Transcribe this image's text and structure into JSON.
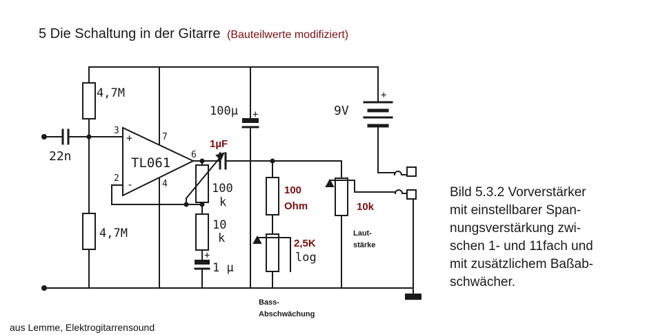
{
  "title": {
    "main": "5 Die Schaltung in der Gitarre",
    "note": "(Bauteilwerte modifiziert)"
  },
  "caption_lines": [
    "Bild 5.3.2  Vorverstärker",
    "mit einstellbarer Span-",
    "nungsverstärkung zwi-",
    "schen 1- und 11fach und",
    "mit zusätzlichem Baßab-",
    "schwächer."
  ],
  "source": "aus Lemme, Elektrogitarrensound",
  "labels": {
    "r_top": "4,7M",
    "r_bottom": "4,7M",
    "c_in": "22n",
    "opamp": "TL061",
    "pin_plus": "+",
    "pin_minus": "-",
    "pin3": "3",
    "pin2": "2",
    "pin7": "7",
    "pin4": "4",
    "pin6": "6",
    "c_out": "1µF",
    "pot_gain_val": "100",
    "pot_gain_unit": "k",
    "r_gain_val": "10",
    "r_gain_unit": "k",
    "c_gain_val": "1 µ",
    "c_gain_plus": "+",
    "c_supply": "100µ",
    "c_supply_plus": "+",
    "battery": "9V",
    "battery_plus": "+",
    "r_bass": "100",
    "r_bass_unit": "Ohm",
    "pot_bass_val": "2,5K",
    "pot_bass_taper": "log",
    "bass_name_1": "Bass-",
    "bass_name_2": "Abschwächung",
    "pot_vol_val": "10k",
    "vol_name_1": "Laut-",
    "vol_name_2": "stärke"
  },
  "colors": {
    "ink": "#1a1a1a",
    "annotation": "#7a1010"
  }
}
